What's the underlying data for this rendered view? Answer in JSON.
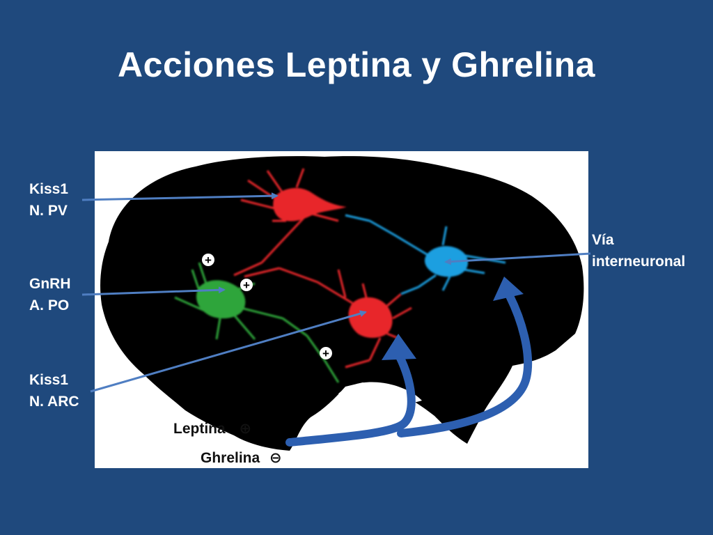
{
  "slide": {
    "title": "Acciones Leptina y Ghrelina",
    "background": "#1f497d"
  },
  "labels": {
    "kiss1_pv": {
      "line1": "Kiss1",
      "line2": "N. PV"
    },
    "gnrh_apo": {
      "line1": "GnRH",
      "line2": "A. PO"
    },
    "kiss1_arc": {
      "line1": "Kiss1",
      "line2": "N. ARC"
    },
    "via_interneuronal": {
      "line1": "Vía",
      "line2": "interneuronal"
    }
  },
  "legend": {
    "leptina": {
      "label": "Leptina",
      "symbol": "⊕"
    },
    "ghrelina": {
      "label": "Ghrelina",
      "symbol": "⊖"
    }
  },
  "colors": {
    "brain": "#000000",
    "kiss1_neurons": "#e8262a",
    "gnrh_neuron": "#2fa53a",
    "interneuron": "#1a9fe0",
    "pointer_arrows": "#4f7ec2",
    "hormone_arrows": "#2d5fb0"
  },
  "markers": {
    "plus_symbol": "+"
  }
}
